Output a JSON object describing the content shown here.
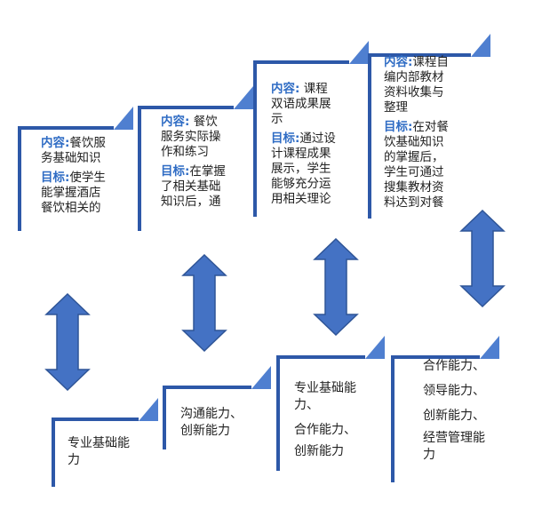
{
  "colors": {
    "bracket": "#2d58a8",
    "tab": "#4f7fd0",
    "arrow": "#4472c4",
    "arrow_edge": "#2f5597",
    "label": "#2f6cc4"
  },
  "top_cards": [
    {
      "content_label": "内容:",
      "content_lines": [
        "餐饮服",
        "务基础知识"
      ],
      "goal_label": "目标:",
      "goal_lines": [
        "使学生",
        "能掌握酒店",
        "餐饮相关的"
      ]
    },
    {
      "content_label": "内容:",
      "content_lines": [
        "餐饮",
        "服务实际操",
        "作和练习"
      ],
      "goal_label": "目标:",
      "goal_lines": [
        "在掌握",
        "了相关基础",
        "知识后，通"
      ]
    },
    {
      "content_label": "内容:",
      "content_lines": [
        "课程",
        "双语成果展",
        "示"
      ],
      "goal_label": "目标:",
      "goal_lines": [
        "通过设",
        "计课程成果",
        "展示，学生",
        "能够充分运",
        "用相关理论"
      ]
    },
    {
      "content_label": "内容:",
      "content_lines": [
        "课程自",
        "编内部教材",
        "资料收集与",
        "整理"
      ],
      "goal_label": "目标:",
      "goal_lines": [
        "在对餐",
        "饮基础知识",
        "的掌握后，",
        "学生可通过",
        "搜集教材资",
        "料达到对餐"
      ]
    }
  ],
  "bottom_cards": [
    {
      "lines": [
        "专业基础能",
        "力"
      ]
    },
    {
      "lines": [
        "沟通能力、",
        "创新能力"
      ]
    },
    {
      "lines": [
        "专业基础能",
        "力、",
        "合作能力、",
        "创新能力"
      ]
    },
    {
      "lines": [
        "合作能力、",
        "领导能力、",
        "创新能力、",
        "经营管理能",
        "力"
      ]
    }
  ]
}
